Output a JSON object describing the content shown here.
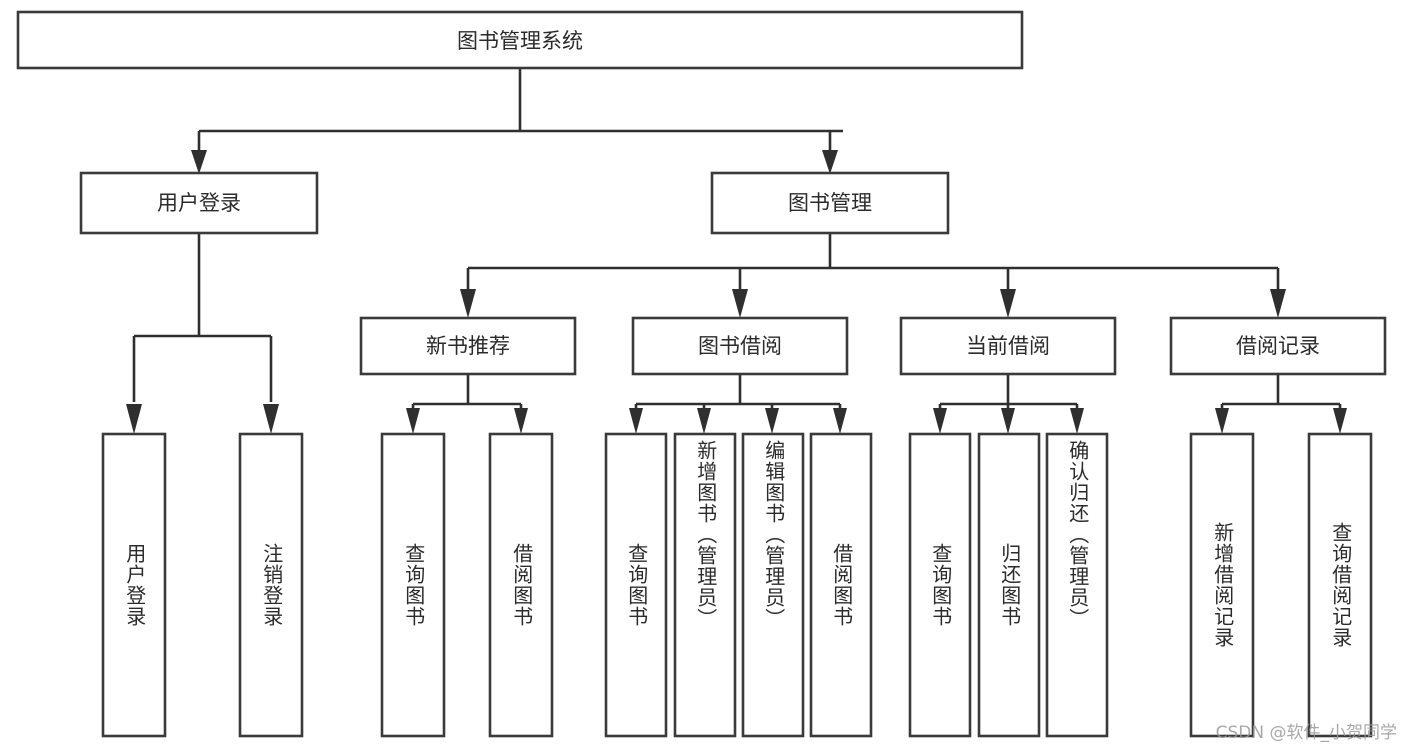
{
  "diagram": {
    "title": "图书管理系统",
    "type": "tree",
    "root": {
      "label": "图书管理系统"
    },
    "level2": [
      {
        "label": "用户登录"
      },
      {
        "label": "图书管理"
      }
    ],
    "level3": [
      {
        "label": "新书推荐"
      },
      {
        "label": "图书借阅"
      },
      {
        "label": "当前借阅"
      },
      {
        "label": "借阅记录"
      }
    ],
    "leaves": {
      "user_login": [
        {
          "label": "用户登录"
        },
        {
          "label": "注销登录"
        }
      ],
      "new_book_recommend": [
        {
          "label": "查询图书"
        },
        {
          "label": "借阅图书"
        }
      ],
      "book_borrow": [
        {
          "label": "查询图书"
        },
        {
          "label": "新增图书（管理员）"
        },
        {
          "label": "编辑图书（管理员）"
        },
        {
          "label": "借阅图书"
        }
      ],
      "current_borrow": [
        {
          "label": "查询图书"
        },
        {
          "label": "归还图书"
        },
        {
          "label": "确认归还（管理员）"
        }
      ],
      "borrow_record": [
        {
          "label": "新增借阅记录"
        },
        {
          "label": "查询借阅记录"
        }
      ]
    }
  },
  "watermark": {
    "text": "CSDN @软件_小贺同学"
  },
  "colors": {
    "box_stroke": "#3a3a3a",
    "box_fill": "#ffffff",
    "connector": "#2f2f2f",
    "text": "#2b2b2b",
    "watermark": "#9a9a9a",
    "background": "#ffffff"
  }
}
